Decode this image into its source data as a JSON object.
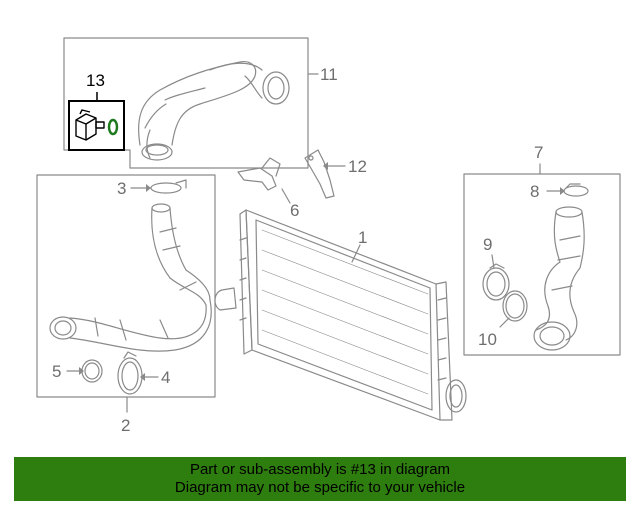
{
  "callouts": {
    "c1": "1",
    "c2": "2",
    "c3": "3",
    "c4": "4",
    "c5": "5",
    "c6": "6",
    "c7": "7",
    "c8": "8",
    "c9": "9",
    "c10": "10",
    "c11": "11",
    "c12": "12",
    "c13": "13"
  },
  "banner": {
    "line1": "Part or sub-assembly is #13 in diagram",
    "line2": "Diagram may not be specific to your vehicle"
  },
  "colors": {
    "line": "#8a8a8a",
    "highlight": "#000000",
    "banner": "#2e7d0f",
    "seal": "#1f7a1f"
  }
}
